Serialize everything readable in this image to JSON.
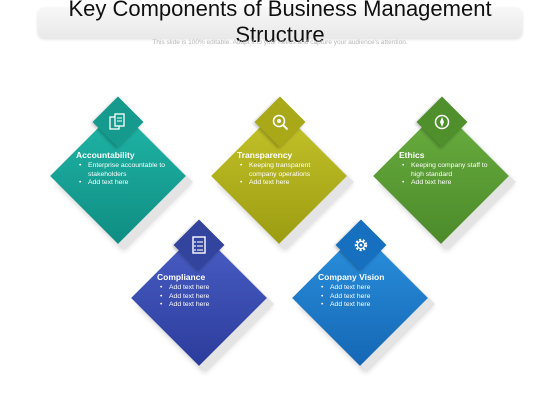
{
  "header": {
    "title": "Key Components of Business Management Structure",
    "subtitle": "This slide is 100% editable. Adapt it to your needs and capture your audience's attention."
  },
  "cards": [
    {
      "title": "Accountability",
      "bullets": [
        "Enterprise accountable to stakeholders",
        "Add text here"
      ],
      "color": "#17a89a",
      "icon": "documents-icon"
    },
    {
      "title": "Transparency",
      "bullets": [
        "Keeping transparent company operations",
        "Add text here"
      ],
      "color": "#b5b51e",
      "icon": "magnifier-icon"
    },
    {
      "title": "Ethics",
      "bullets": [
        "Keeping company staff to high standard",
        "Add text here"
      ],
      "color": "#5b9e35",
      "icon": "compass-icon"
    },
    {
      "title": "Compliance",
      "bullets": [
        "Add text here",
        "Add text here",
        "Add text here"
      ],
      "color": "#3b4fb5",
      "icon": "checklist-icon"
    },
    {
      "title": "Company Vision",
      "bullets": [
        "Add text here",
        "Add text here",
        "Add text here"
      ],
      "color": "#1f7fd0",
      "icon": "gear-icon"
    }
  ]
}
